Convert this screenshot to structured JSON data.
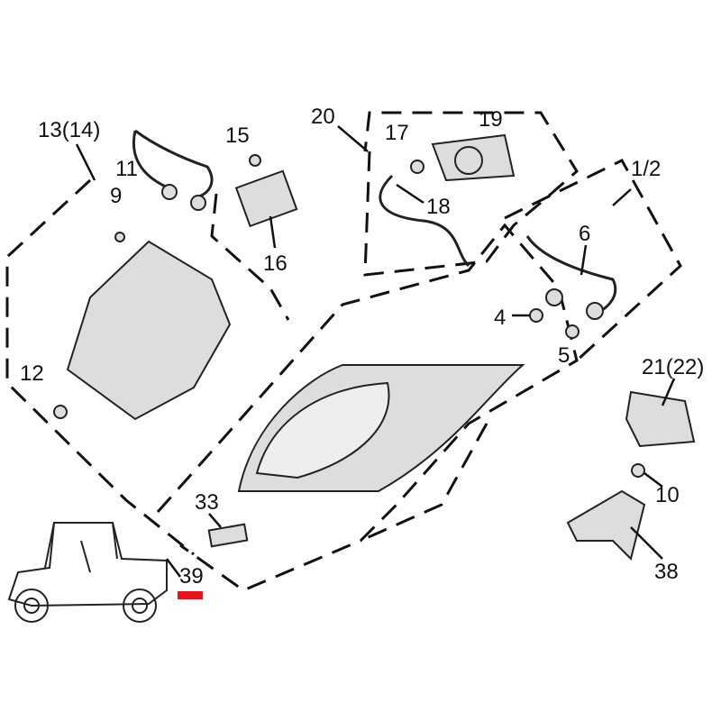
{
  "labels": {
    "p13_14": "13(14)",
    "p15": "15",
    "p11": "11",
    "p9": "9",
    "p16": "16",
    "p12": "12",
    "p20": "20",
    "p17": "17",
    "p19": "19",
    "p18": "18",
    "p1_2": "1/2",
    "p6": "6",
    "p4": "4",
    "p5": "5",
    "p21_22": "21(22)",
    "p10": "10",
    "p33": "33",
    "p39": "39",
    "p38": "38"
  },
  "colors": {
    "marker": "#e8141b",
    "line": "#111111"
  }
}
